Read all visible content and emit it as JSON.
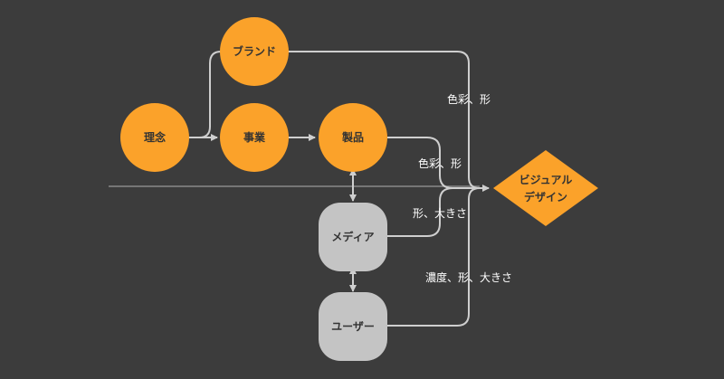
{
  "colors": {
    "background": "#3c3c3c",
    "primary_node": "#fba22a",
    "secondary_node": "#c4c4c4",
    "line": "#cfcfcf",
    "label": "#ffffff"
  },
  "nodes": {
    "rinen": "理念",
    "brand": "ブランド",
    "jigyo": "事業",
    "seihin": "製品",
    "media": "メディア",
    "user": "ユーザー",
    "visual_line1": "ビジュアル",
    "visual_line2": "デザイン"
  },
  "edges": {
    "brand_to_visual": "色彩、形",
    "seihin_to_visual": "色彩、形",
    "media_to_visual": "形、大きさ",
    "user_to_visual": "濃度、形、大きさ"
  }
}
